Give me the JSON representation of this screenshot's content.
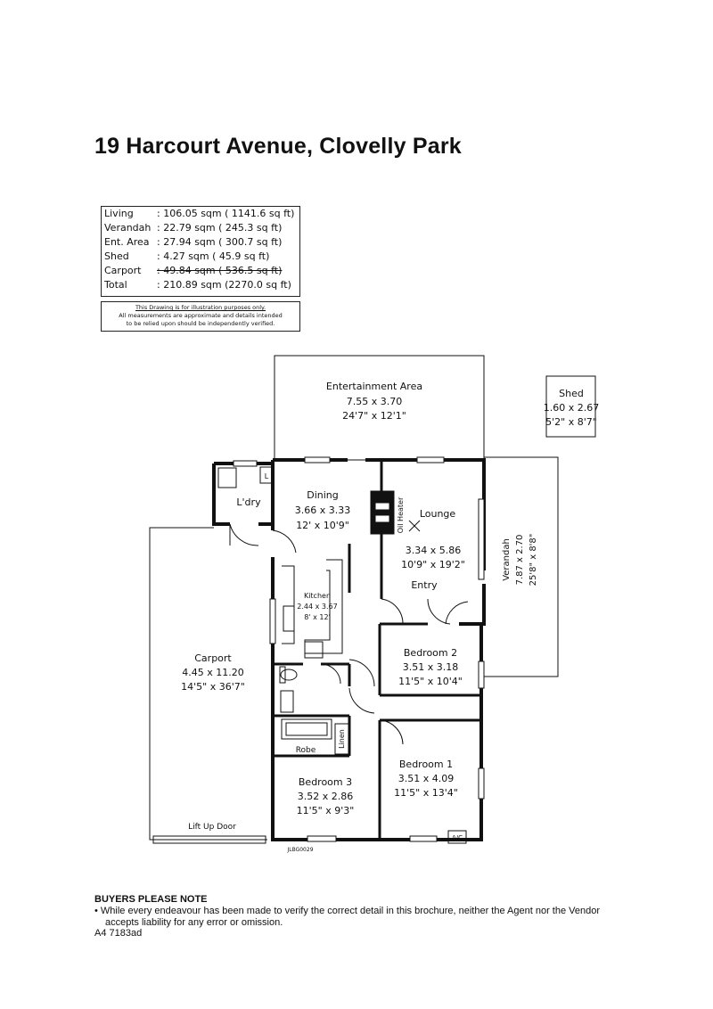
{
  "title": "19 Harcourt Avenue, Clovelly Park",
  "areas": [
    {
      "label": "Living",
      "value": ": 106.05 sqm ( 1141.6 sq ft)",
      "strike": false
    },
    {
      "label": "Verandah",
      "value": ":   22.79 sqm ( 245.3 sq ft)",
      "strike": false
    },
    {
      "label": "Ent. Area",
      "value": ":   27.94 sqm ( 300.7 sq ft)",
      "strike": false
    },
    {
      "label": "Shed",
      "value": ":    4.27 sqm (   45.9 sq ft)",
      "strike": false
    },
    {
      "label": "Carport",
      "value": ":   49.84 sqm ( 536.5 sq ft)",
      "strike": true
    },
    {
      "label": "Total",
      "value": ": 210.89 sqm (2270.0 sq ft)",
      "strike": false
    }
  ],
  "disclaimer": {
    "line1": "This Drawing is for illustration purposes only.",
    "line2": "All measurements are approximate and details intended",
    "line3": "to be relied upon should be independently verified."
  },
  "rooms": {
    "ent_area": {
      "name": "Entertainment Area",
      "metric": "7.55 x 3.70",
      "imperial": "24'7\" x 12'1\""
    },
    "shed": {
      "name": "Shed",
      "metric": "1.60 x 2.67",
      "imperial": "5'2\" x 8'7\""
    },
    "laundry": {
      "name": "L'dry"
    },
    "dining": {
      "name": "Dining",
      "metric": "3.66 x 3.33",
      "imperial": "12' x 10'9\""
    },
    "lounge": {
      "name": "Lounge",
      "metric": "3.34 x 5.86",
      "imperial": "10'9\" x 19'2\""
    },
    "oil_heater": "Oil Heater",
    "entry": "Entry",
    "verandah": {
      "name": "Verandah",
      "metric": "7.87 x 2.70",
      "imperial": "25'8\" x 8'8\""
    },
    "kitchen": {
      "name": "Kitchen",
      "metric": "2.44 x 3.67",
      "imperial": "8' x 12'"
    },
    "carport": {
      "name": "Carport",
      "metric": "4.45 x 11.20",
      "imperial": "14'5\" x 36'7\""
    },
    "bedroom2": {
      "name": "Bedroom 2",
      "metric": "3.51 x 3.18",
      "imperial": "11'5\" x 10'4\""
    },
    "bedroom1": {
      "name": "Bedroom 1",
      "metric": "3.51 x 4.09",
      "imperial": "11'5\" x 13'4\""
    },
    "bedroom3": {
      "name": "Bedroom 3",
      "metric": "3.52 x 2.86",
      "imperial": "11'5\" x 9'3\""
    },
    "robe": "Robe",
    "linen": "Linen",
    "lift_up_door": "Lift Up Door",
    "ac": "A/C",
    "drawing_ref": "JLBG0029",
    "laundry_l": "L"
  },
  "note": {
    "heading": "BUYERS PLEASE NOTE",
    "bullet": "•  While every endeavour has been made to verify the correct detail in this brochure, neither the Agent nor the Vendor accepts liability for any error or omission.",
    "ref": "A4 7183ad"
  }
}
